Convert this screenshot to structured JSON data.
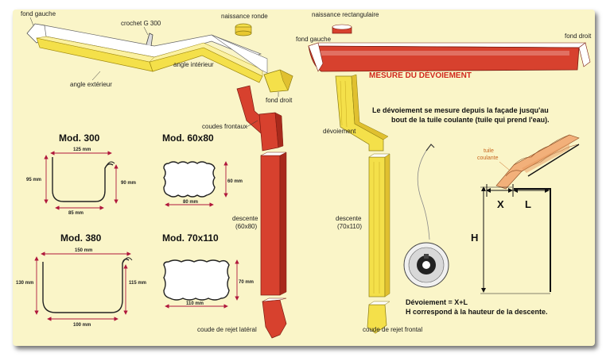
{
  "colors": {
    "background": "#faf5c8",
    "red": "#d7412e",
    "yellow": "#f4e04a",
    "header": "#d0281d",
    "dim_arrow": "#b0183c"
  },
  "left": {
    "labels": {
      "fond_gauche": "fond gauche",
      "crochet": "crochet G 300",
      "naissance_ronde": "naissance ronde",
      "angle_exterieur": "angle extérieur",
      "angle_interieur": "angle intérieur",
      "fond_droit": "fond droit",
      "coudes_frontaux": "coudes frontaux",
      "descente": "descente",
      "descente_size": "(60x80)",
      "coude_rejet_lateral": "coude de rejet latéral"
    },
    "models": [
      {
        "name": "Mod. 300",
        "top": "125 mm",
        "left": "95 mm",
        "right": "90 mm",
        "bottom": "85 mm"
      },
      {
        "name": "Mod. 60x80",
        "right": "60 mm",
        "bottom": "80 mm"
      },
      {
        "name": "Mod. 380",
        "top": "150 mm",
        "left": "130 mm",
        "right": "115 mm",
        "bottom": "100 mm"
      },
      {
        "name": "Mod. 70x110",
        "right": "70 mm",
        "bottom": "110 mm"
      }
    ]
  },
  "right": {
    "labels": {
      "naissance_rect": "naissance rectangulaire",
      "fond_gauche": "fond gauche",
      "fond_droit": "fond droit",
      "devoiement": "dévoiement",
      "descente": "descente",
      "descente_size": "(70x110)",
      "coude_rejet_frontal": "coude de rejet frontal"
    },
    "measure": {
      "title": "MESURE DU DÉVOIEMENT",
      "line1": "Le dévoiement se mesure depuis la façade jusqu'au",
      "line2": "bout de la tuile coulante (tuile qui prend l'eau).",
      "tuile1": "tuile",
      "tuile2": "coulante",
      "x": "X",
      "l": "L",
      "h": "H",
      "formula": "Dévoiement = X+L",
      "note": "H correspond à la hauteur de la descente."
    }
  }
}
